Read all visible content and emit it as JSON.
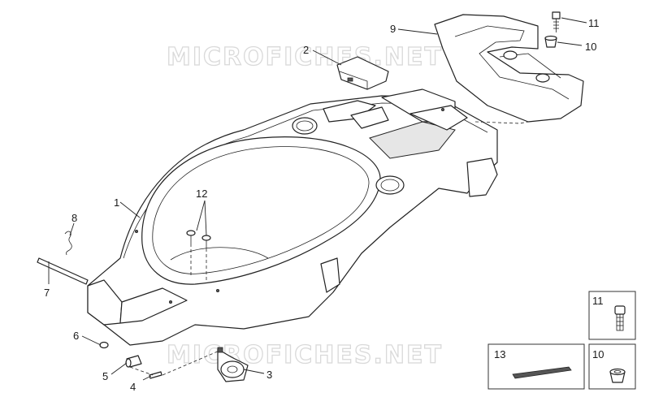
{
  "watermark": {
    "text": "MICROFICHES.NET"
  },
  "callouts": {
    "c1": "1",
    "c2": "2",
    "c3": "3",
    "c4": "4",
    "c5": "5",
    "c6": "6",
    "c7": "7",
    "c8": "8",
    "c9": "9",
    "c10": "10",
    "c11": "11",
    "c12": "12"
  },
  "insets": {
    "screw": "11",
    "bushing": "10",
    "strip": "13"
  }
}
